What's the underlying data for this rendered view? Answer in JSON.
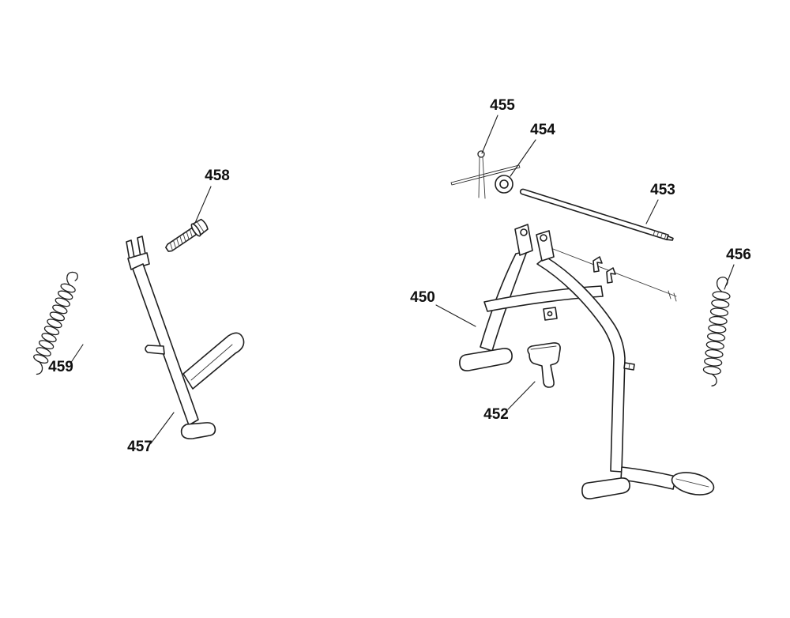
{
  "diagram": {
    "type": "exploded-parts-diagram",
    "subject": "motorcycle side stand and center stand assembly",
    "background_color": "#ffffff",
    "line_color": "#1f1f1f",
    "labels": {
      "l450": "450",
      "l452": "452",
      "l453": "453",
      "l454": "454",
      "l455": "455",
      "l456": "456",
      "l457": "457",
      "l458": "458",
      "l459": "459"
    }
  }
}
